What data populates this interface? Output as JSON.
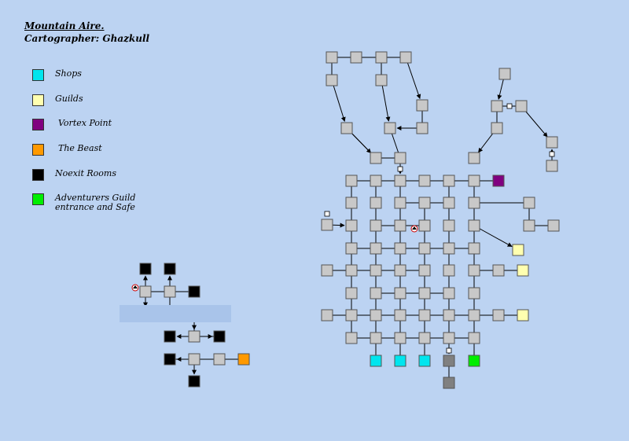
{
  "header": {
    "title": "Mountain Aire.",
    "cartographer": "Cartographer: Ghazkull"
  },
  "legend": [
    {
      "label": "Shops",
      "color": "#00e5ee"
    },
    {
      "label": "Guilds",
      "color": "#ffffb0"
    },
    {
      "label": "Vortex Point",
      "color": "#800080"
    },
    {
      "label": "The Beast",
      "color": "#ff9900"
    },
    {
      "label": "Noexit Rooms",
      "color": "#000000"
    },
    {
      "label": "Adventurers Guild entrance and Safe",
      "color": "#00ee00"
    }
  ],
  "colors": {
    "room": "#c8c8c8",
    "room_dark": "#808080",
    "background": "#bcd3f2"
  }
}
